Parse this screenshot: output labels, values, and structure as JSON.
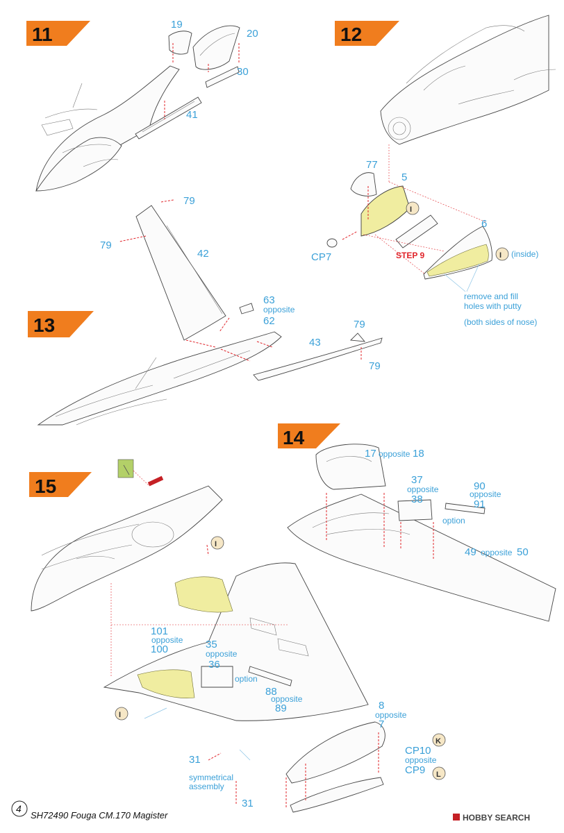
{
  "steps": {
    "s11": {
      "number": "11"
    },
    "s12": {
      "number": "12"
    },
    "s13": {
      "number": "13"
    },
    "s14": {
      "number": "14"
    },
    "s15": {
      "number": "15"
    }
  },
  "step11": {
    "p19": "19",
    "p20": "20",
    "p30": "30",
    "p41": "41"
  },
  "step12": {
    "p77": "77",
    "p5": "5",
    "p6": "6",
    "cp7": "CP7",
    "step_ref": "STEP 9",
    "inside": "(inside)",
    "note_line1": "remove and fill",
    "note_line2": "holes with putty",
    "note_line3": "(both sides of nose)",
    "paint_I_a": "I",
    "paint_I_b": "I"
  },
  "step13": {
    "p79_top": "79",
    "p79_left": "79",
    "p42": "42",
    "p63": "63",
    "p63_opp": "opposite",
    "p62": "62",
    "p43": "43",
    "p79_r1": "79",
    "p79_r2": "79"
  },
  "step14": {
    "p17": "17",
    "p17_opp": "opposite",
    "p18": "18",
    "p37": "37",
    "p37_opp": "opposite",
    "p38": "38",
    "p90": "90",
    "p90_opp": "opposite",
    "p91": "91",
    "option": "option",
    "p49": "49",
    "p49_opp": "opposite",
    "p50": "50"
  },
  "step15": {
    "p101": "101",
    "p101_opp": "opposite",
    "p100": "100",
    "p35": "35",
    "p35_opp": "opposite",
    "p36": "36",
    "option": "option",
    "p88": "88",
    "p88_opp": "opposite",
    "p89": "89",
    "p8": "8",
    "p8_opp": "opposite",
    "p7": "7",
    "cp10": "CP10",
    "cp_opp": "opposite",
    "cp9": "CP9",
    "p31_a": "31",
    "p31_b": "31",
    "sym1": "symmetrical",
    "sym2": "assembly",
    "paint_I_a": "I",
    "paint_I_b": "I",
    "paint_K": "K",
    "paint_L": "L"
  },
  "footer": {
    "page_number": "4",
    "title": "SH72490 Fouga CM.170 Magister",
    "watermark": "HOBBY SEARCH"
  },
  "colors": {
    "part_label": "#3aa0d8",
    "step_banner": "#f07d1e",
    "arrow": "#e0242a",
    "highlight": "#f0eda0"
  }
}
